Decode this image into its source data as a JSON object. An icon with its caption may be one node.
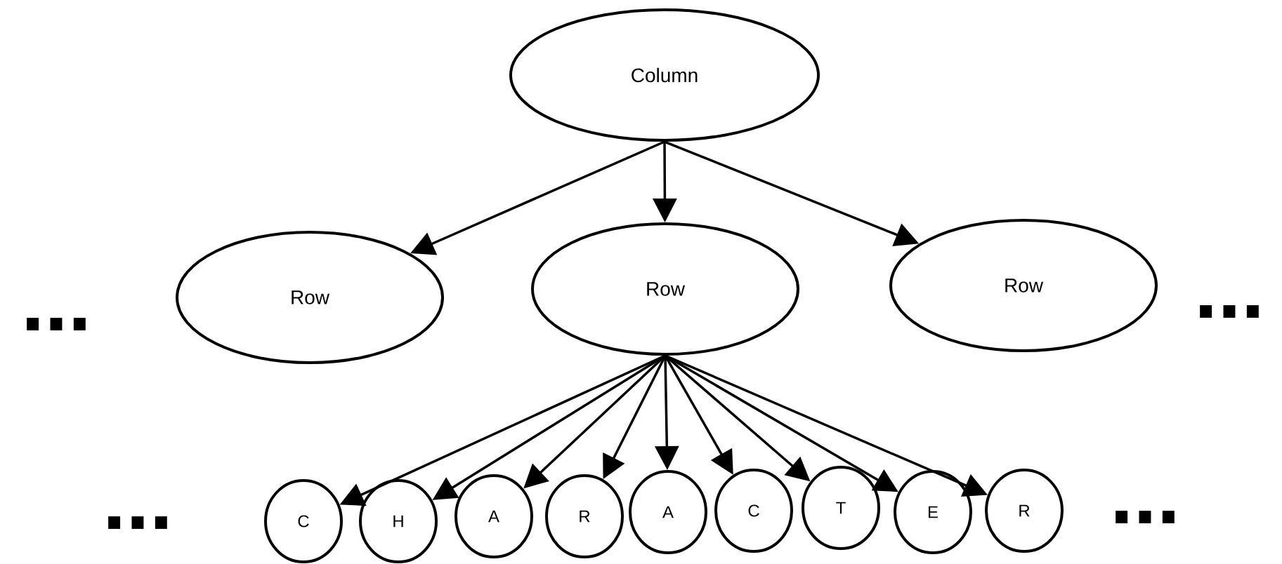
{
  "diagram": {
    "nodes": [
      {
        "text": [
          "Column"
        ]
      },
      {
        "text": [
          "Row"
        ]
      },
      {
        "text": [
          "Row"
        ]
      },
      {
        "text": [
          "Row"
        ]
      },
      {
        "text": [
          "C"
        ]
      },
      {
        "text": [
          "H"
        ]
      },
      {
        "text": [
          "A"
        ]
      },
      {
        "text": [
          "R"
        ]
      },
      {
        "text": [
          "A"
        ]
      },
      {
        "text": [
          "C"
        ]
      },
      {
        "text": [
          "T"
        ]
      },
      {
        "text": [
          "E"
        ]
      },
      {
        "text": [
          "R"
        ]
      }
    ],
    "edges": [
      {
        "from": 0,
        "to": 1,
        "arrow": "to"
      },
      {
        "from": 0,
        "to": 2,
        "arrow": "to"
      },
      {
        "from": 0,
        "to": 3,
        "arrow": "to"
      },
      {
        "from": 2,
        "to": 4,
        "arrow": "to"
      },
      {
        "from": 2,
        "to": 5,
        "arrow": "to"
      },
      {
        "from": 2,
        "to": 6,
        "arrow": "to"
      },
      {
        "from": 2,
        "to": 7,
        "arrow": "to"
      },
      {
        "from": 2,
        "to": 8,
        "arrow": "to"
      },
      {
        "from": 2,
        "to": 9,
        "arrow": "to"
      },
      {
        "from": 2,
        "to": 10,
        "arrow": "to"
      },
      {
        "from": 2,
        "to": 11,
        "arrow": "to"
      },
      {
        "from": 2,
        "to": 12,
        "arrow": "to"
      }
    ],
    "labels": [
      "...",
      "...",
      "...",
      "..."
    ]
  }
}
